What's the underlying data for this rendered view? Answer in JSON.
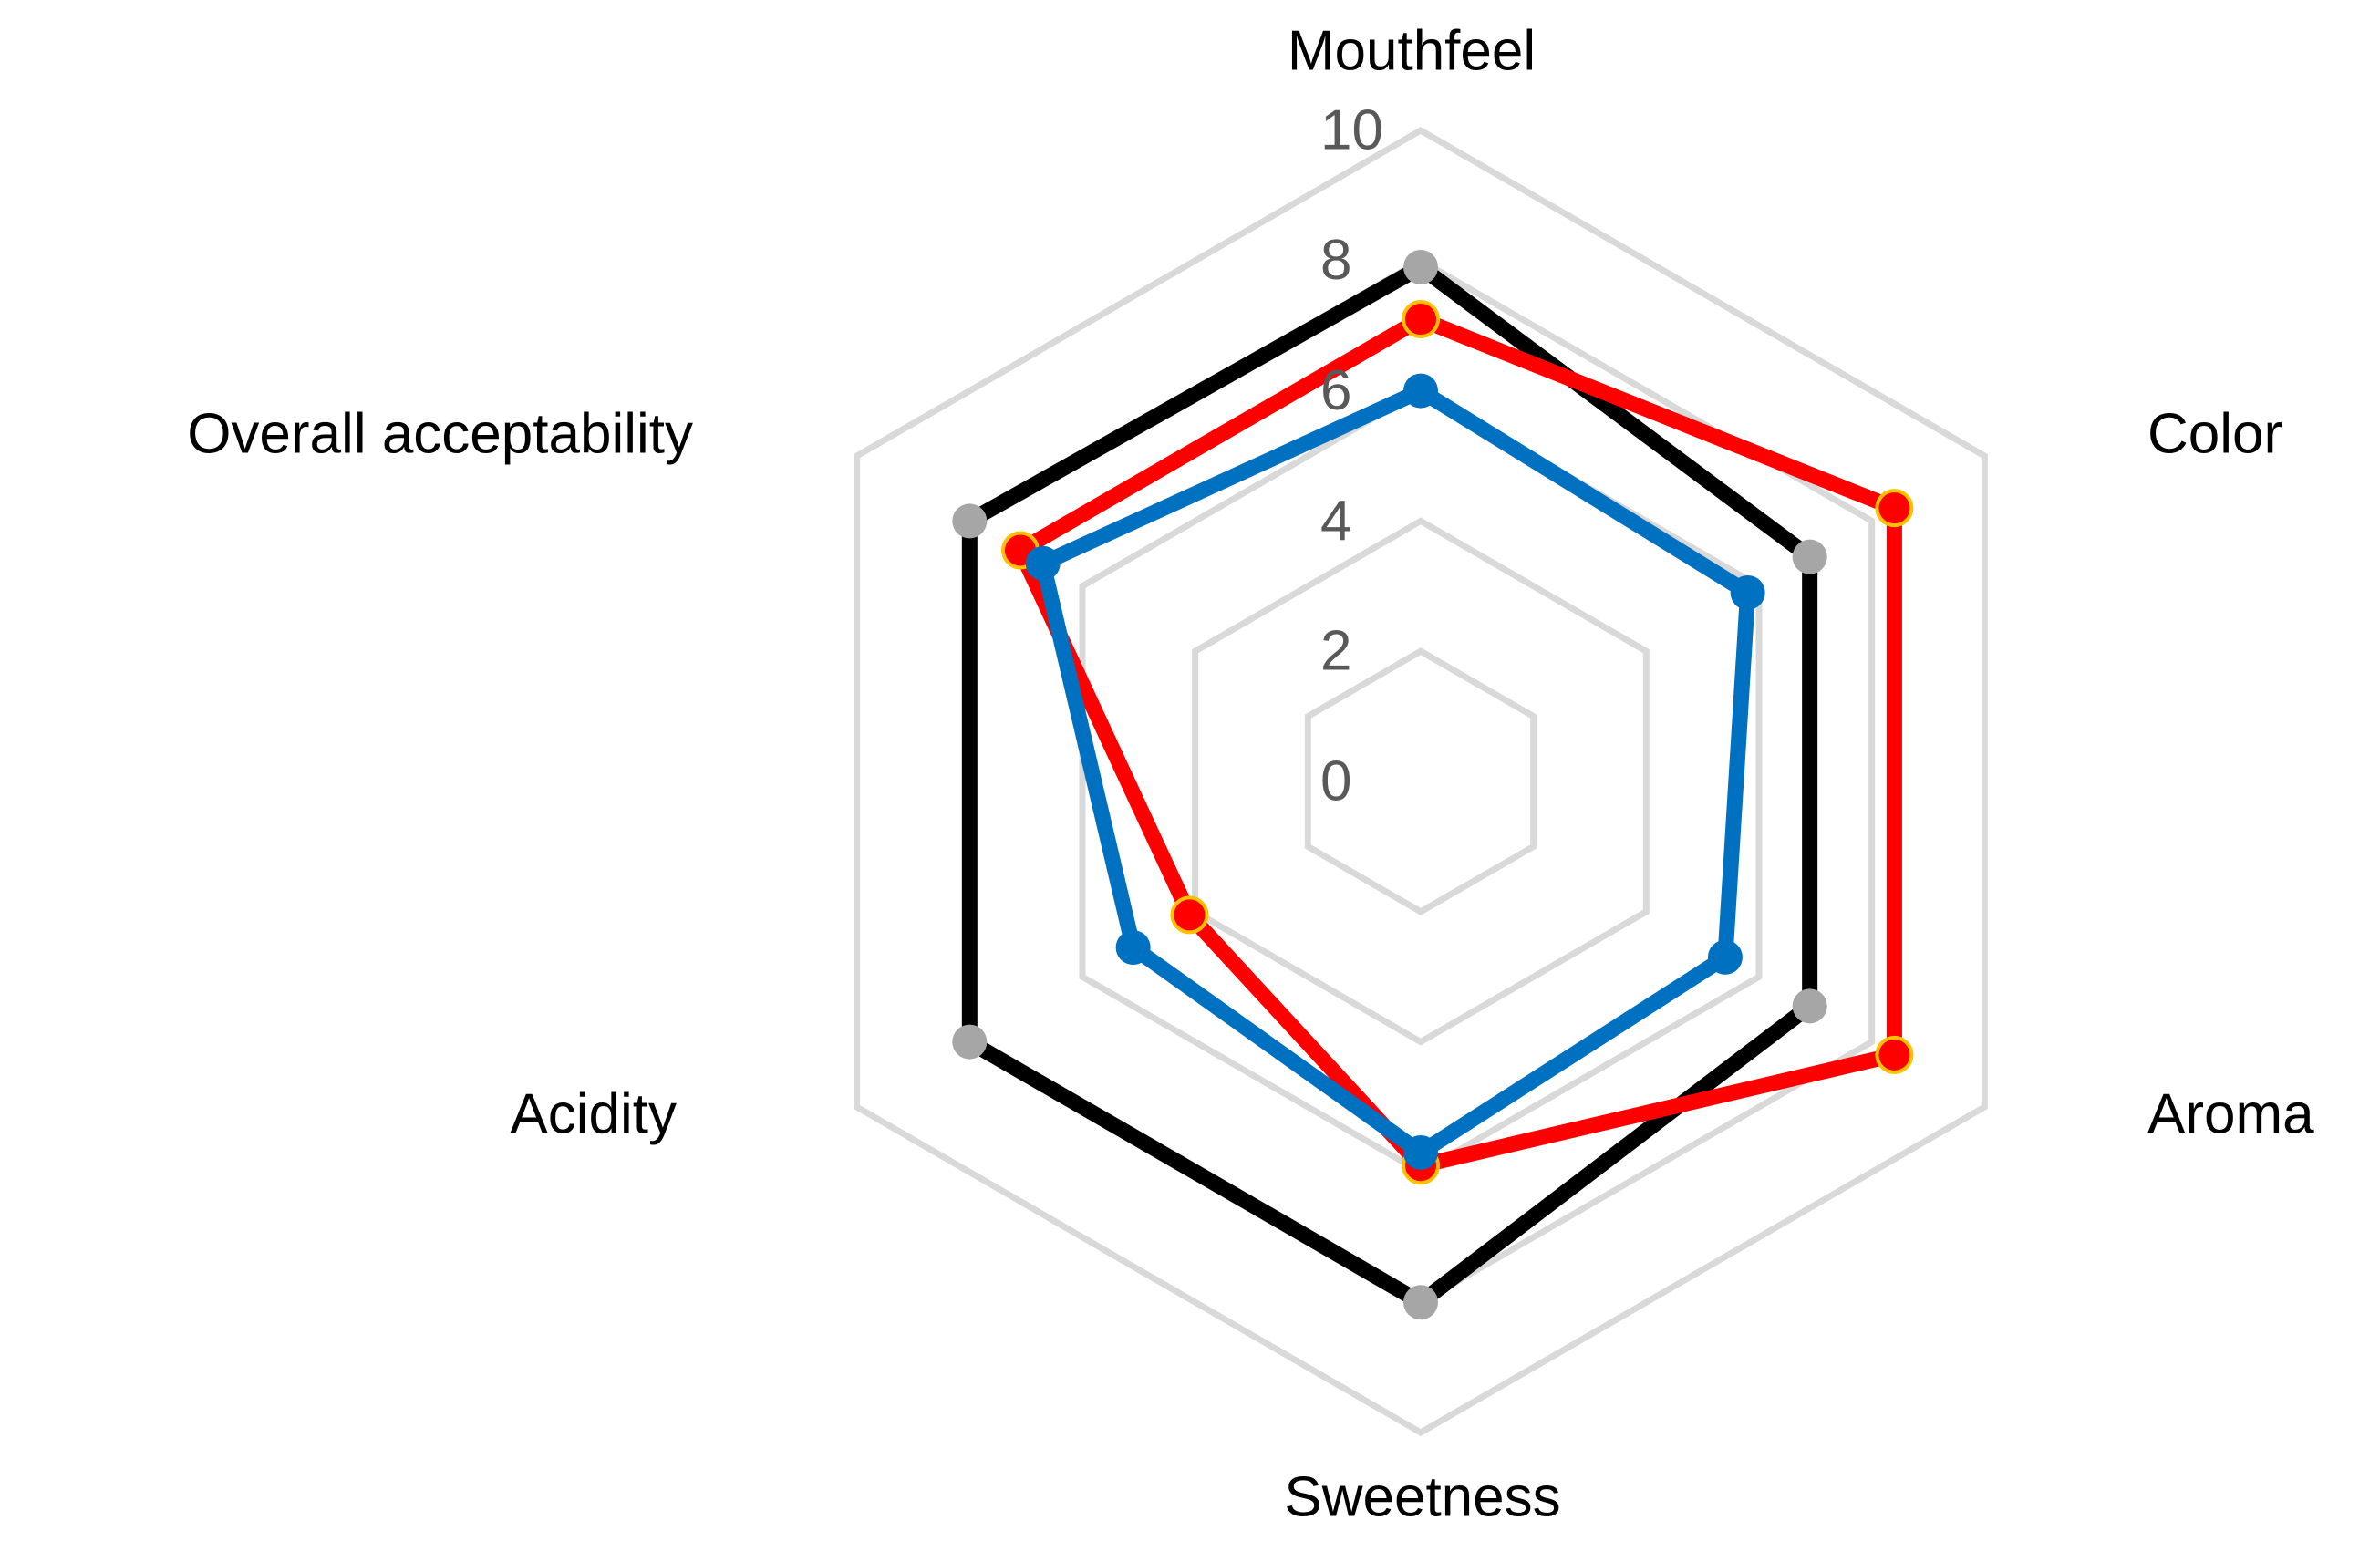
{
  "chart_data": {
    "type": "radar",
    "title": "",
    "axes": [
      "Mouthfeel",
      "Color",
      "Aroma",
      "Sweetness",
      "Acidity",
      "Overall acceptability"
    ],
    "r_range": [
      0,
      10
    ],
    "r_ticks": [
      "0",
      "2",
      "4",
      "6",
      "8",
      "10"
    ],
    "grid": true,
    "legend": "none",
    "series": [
      {
        "color": "#000000",
        "marker_color": "#a6a6a6",
        "values": [
          7.9,
          6.9,
          6.9,
          8.0,
          8.0,
          8.0
        ]
      },
      {
        "color": "#ff0000",
        "marker_color": "#ff0000",
        "values": [
          7.1,
          8.4,
          8.4,
          5.9,
          4.1,
          7.1
        ]
      },
      {
        "color": "#0070c0",
        "marker_color": "#0070c0",
        "values": [
          6.0,
          5.8,
          5.4,
          5.7,
          5.1,
          6.7
        ]
      }
    ]
  }
}
